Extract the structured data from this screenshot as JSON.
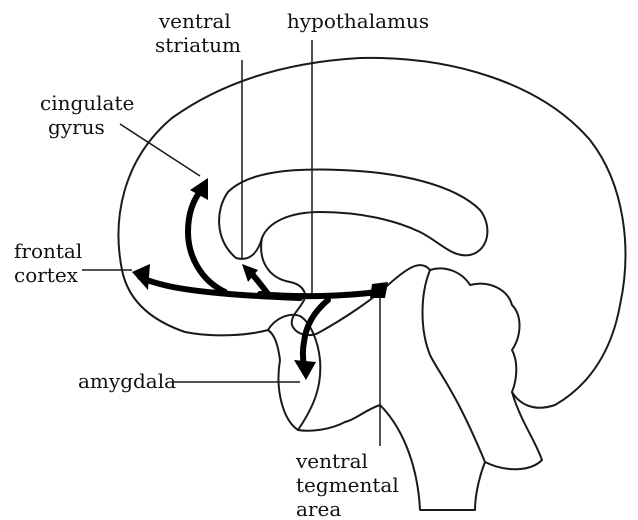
{
  "labels": {
    "ventral_striatum": [
      "ventral",
      "striatum"
    ],
    "hypothalamus": [
      "hypothalamus"
    ],
    "cingulate_gyrus": [
      "cingulate",
      "gyrus"
    ],
    "frontal_cortex": [
      "frontal",
      "cortex"
    ],
    "amygdala": [
      "amygdala"
    ],
    "ventral_tegmental_area": [
      "ventral",
      "tegmental",
      "area"
    ]
  }
}
